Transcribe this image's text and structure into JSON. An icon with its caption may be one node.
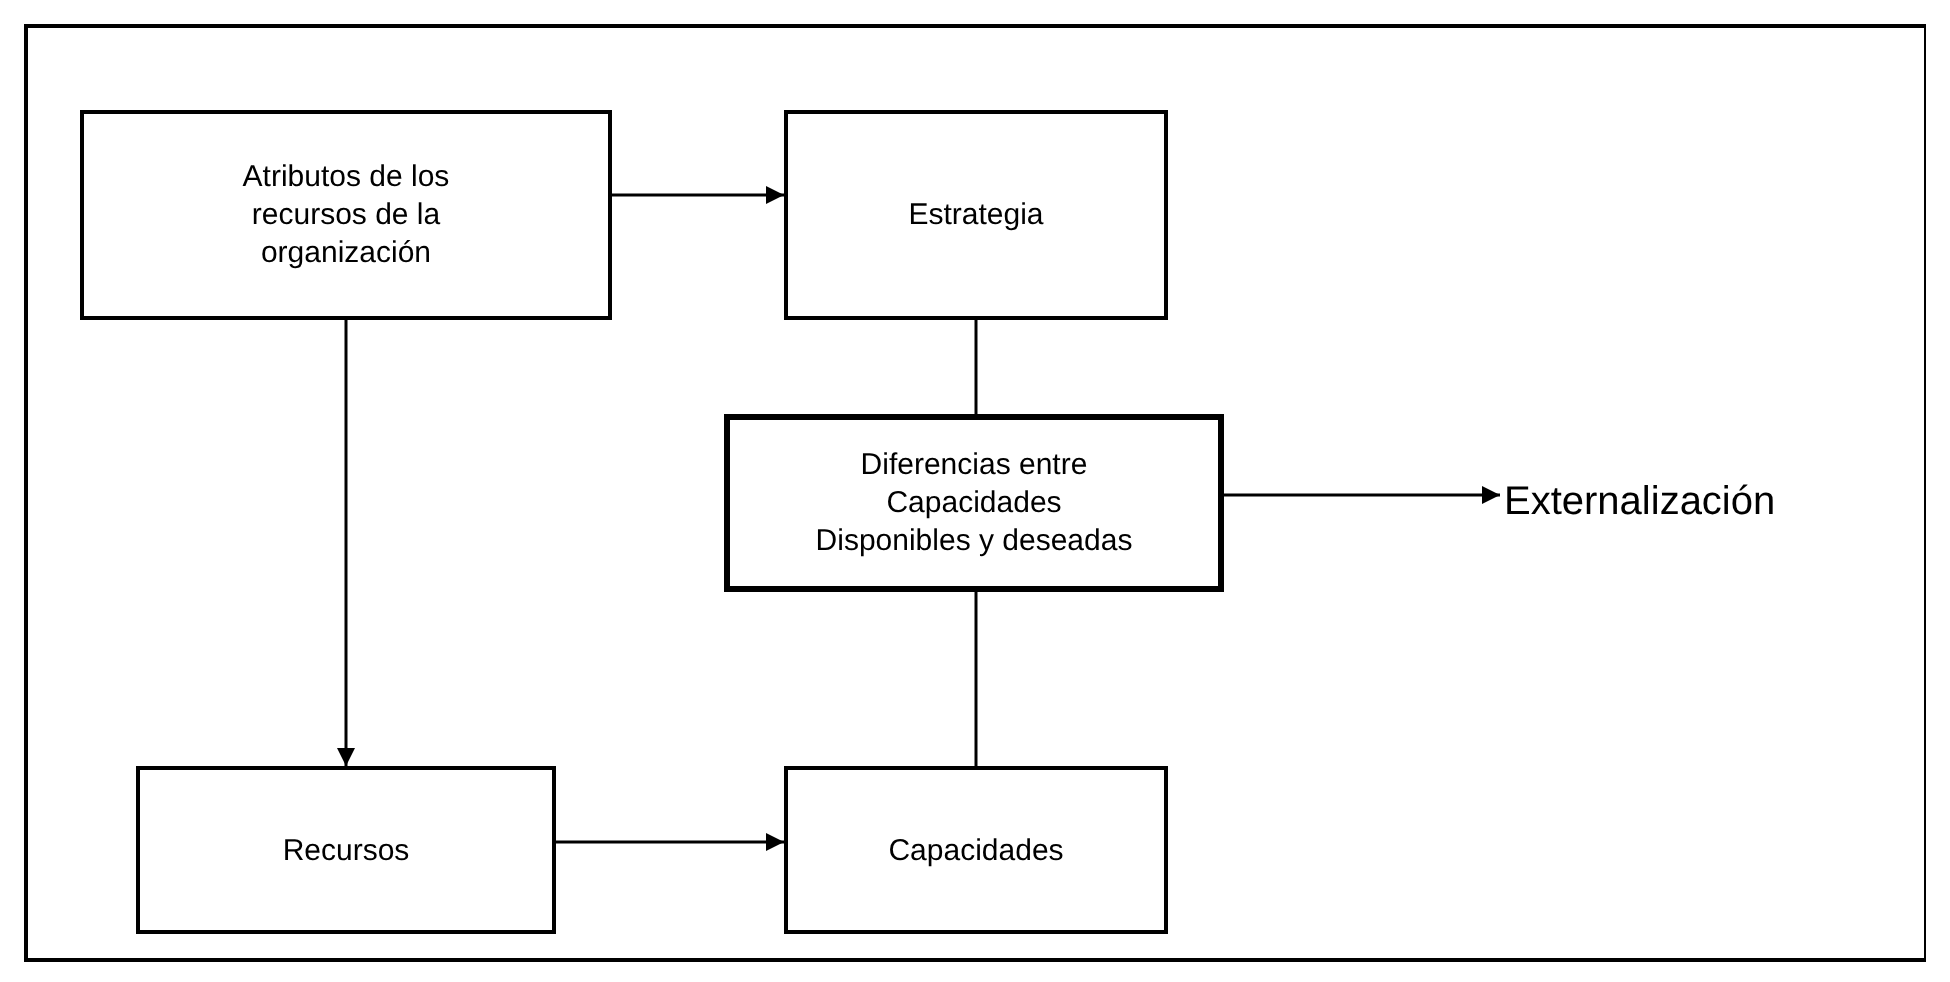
{
  "diagram": {
    "nodes": [
      {
        "text": [
          "Atributos de los recursos de la organización"
        ]
      },
      {
        "text": [
          "Estrategia"
        ]
      },
      {
        "text": [
          "Diferencias entre Capacidades Disponibles y deseadas"
        ]
      },
      {
        "text": [
          "Externalización"
        ]
      },
      {
        "text": [
          "Recursos"
        ]
      },
      {
        "text": [
          "Capacidades"
        ]
      }
    ],
    "edges": [
      {
        "from": 0,
        "to": 1,
        "arrow": "to"
      },
      {
        "from": 0,
        "to": 4,
        "arrow": "to"
      },
      {
        "from": 1,
        "to": 2,
        "arrow": "none"
      },
      {
        "from": 2,
        "to": 5,
        "arrow": "none"
      },
      {
        "from": 2,
        "to": 3,
        "arrow": "to"
      },
      {
        "from": 4,
        "to": 5,
        "arrow": "to"
      }
    ]
  }
}
